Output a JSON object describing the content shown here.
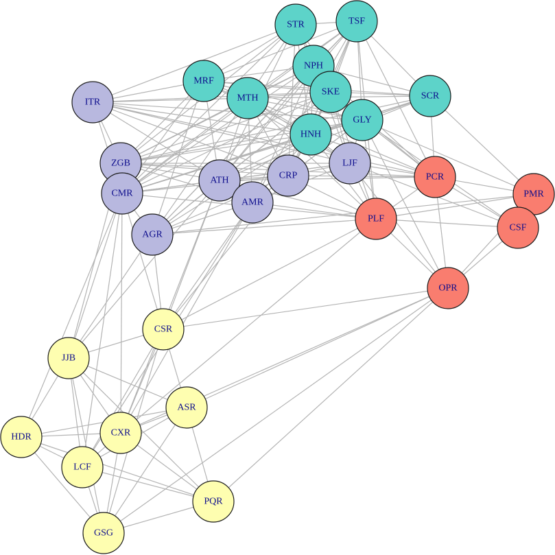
{
  "colors": {
    "teal": "#5dd3c9",
    "lavender": "#b8b8df",
    "salmon": "#f97d6f",
    "yellow": "#fefeb0",
    "edge": "#b3b3b3",
    "label": "#0d0d8c"
  },
  "nodes": [
    {
      "id": "STR",
      "group": "teal"
    },
    {
      "id": "TSF",
      "group": "teal"
    },
    {
      "id": "NPH",
      "group": "teal"
    },
    {
      "id": "MRF",
      "group": "teal"
    },
    {
      "id": "MTH",
      "group": "teal"
    },
    {
      "id": "SKE",
      "group": "teal"
    },
    {
      "id": "SCR",
      "group": "teal"
    },
    {
      "id": "GLY",
      "group": "teal"
    },
    {
      "id": "HNH",
      "group": "teal"
    },
    {
      "id": "ITR",
      "group": "lavender"
    },
    {
      "id": "ZGB",
      "group": "lavender"
    },
    {
      "id": "CMR",
      "group": "lavender"
    },
    {
      "id": "ATH",
      "group": "lavender"
    },
    {
      "id": "CRP",
      "group": "lavender"
    },
    {
      "id": "LJF",
      "group": "lavender"
    },
    {
      "id": "AMR",
      "group": "lavender"
    },
    {
      "id": "AGR",
      "group": "lavender"
    },
    {
      "id": "PCR",
      "group": "salmon"
    },
    {
      "id": "PMR",
      "group": "salmon"
    },
    {
      "id": "PLF",
      "group": "salmon"
    },
    {
      "id": "CSF",
      "group": "salmon"
    },
    {
      "id": "OPR",
      "group": "salmon"
    },
    {
      "id": "CSR",
      "group": "yellow"
    },
    {
      "id": "JJB",
      "group": "yellow"
    },
    {
      "id": "ASR",
      "group": "yellow"
    },
    {
      "id": "HDR",
      "group": "yellow"
    },
    {
      "id": "CXR",
      "group": "yellow"
    },
    {
      "id": "LCF",
      "group": "yellow"
    },
    {
      "id": "PQR",
      "group": "yellow"
    },
    {
      "id": "GSG",
      "group": "yellow"
    }
  ],
  "edges": [
    [
      "STR",
      "TSF"
    ],
    [
      "STR",
      "NPH"
    ],
    [
      "STR",
      "MRF"
    ],
    [
      "STR",
      "MTH"
    ],
    [
      "STR",
      "SKE"
    ],
    [
      "STR",
      "GLY"
    ],
    [
      "STR",
      "HNH"
    ],
    [
      "STR",
      "ZGB"
    ],
    [
      "STR",
      "ATH"
    ],
    [
      "STR",
      "ITR"
    ],
    [
      "STR",
      "CMR"
    ],
    [
      "STR",
      "CRP"
    ],
    [
      "TSF",
      "NPH"
    ],
    [
      "TSF",
      "SKE"
    ],
    [
      "TSF",
      "SCR"
    ],
    [
      "TSF",
      "GLY"
    ],
    [
      "TSF",
      "HNH"
    ],
    [
      "TSF",
      "MTH"
    ],
    [
      "TSF",
      "MRF"
    ],
    [
      "TSF",
      "ATH"
    ],
    [
      "TSF",
      "PLF"
    ],
    [
      "TSF",
      "CRP"
    ],
    [
      "TSF",
      "AGR"
    ],
    [
      "TSF",
      "PCR"
    ],
    [
      "TSF",
      "AMR"
    ],
    [
      "TSF",
      "CMR"
    ],
    [
      "NPH",
      "MRF"
    ],
    [
      "NPH",
      "MTH"
    ],
    [
      "NPH",
      "SKE"
    ],
    [
      "NPH",
      "GLY"
    ],
    [
      "NPH",
      "HNH"
    ],
    [
      "NPH",
      "ZGB"
    ],
    [
      "NPH",
      "ATH"
    ],
    [
      "NPH",
      "CMR"
    ],
    [
      "NPH",
      "CRP"
    ],
    [
      "NPH",
      "AMR"
    ],
    [
      "NPH",
      "LJF"
    ],
    [
      "NPH",
      "PCR"
    ],
    [
      "NPH",
      "AGR"
    ],
    [
      "NPH",
      "SCR"
    ],
    [
      "MRF",
      "MTH"
    ],
    [
      "MRF",
      "SKE"
    ],
    [
      "MRF",
      "ITR"
    ],
    [
      "MRF",
      "ZGB"
    ],
    [
      "MRF",
      "CMR"
    ],
    [
      "MRF",
      "ATH"
    ],
    [
      "MRF",
      "AGR"
    ],
    [
      "MRF",
      "HNH"
    ],
    [
      "MRF",
      "GLY"
    ],
    [
      "MRF",
      "LJF"
    ],
    [
      "MRF",
      "SCR"
    ],
    [
      "MTH",
      "SKE"
    ],
    [
      "MTH",
      "HNH"
    ],
    [
      "MTH",
      "GLY"
    ],
    [
      "MTH",
      "ITR"
    ],
    [
      "MTH",
      "ZGB"
    ],
    [
      "MTH",
      "CMR"
    ],
    [
      "MTH",
      "ATH"
    ],
    [
      "MTH",
      "AMR"
    ],
    [
      "MTH",
      "CRP"
    ],
    [
      "MTH",
      "LJF"
    ],
    [
      "MTH",
      "PLF"
    ],
    [
      "MTH",
      "AGR"
    ],
    [
      "MTH",
      "SCR"
    ],
    [
      "MTH",
      "PCR"
    ],
    [
      "SKE",
      "GLY"
    ],
    [
      "SKE",
      "HNH"
    ],
    [
      "SKE",
      "SCR"
    ],
    [
      "SKE",
      "ZGB"
    ],
    [
      "SKE",
      "CMR"
    ],
    [
      "SKE",
      "ATH"
    ],
    [
      "SKE",
      "CRP"
    ],
    [
      "SKE",
      "LJF"
    ],
    [
      "SKE",
      "PCR"
    ],
    [
      "SKE",
      "PLF"
    ],
    [
      "SKE",
      "AGR"
    ],
    [
      "SKE",
      "ITR"
    ],
    [
      "SCR",
      "GLY"
    ],
    [
      "SCR",
      "HNH"
    ],
    [
      "SCR",
      "PCR"
    ],
    [
      "SCR",
      "PMR"
    ],
    [
      "SCR",
      "ZGB"
    ],
    [
      "SCR",
      "ATH"
    ],
    [
      "SCR",
      "CMR"
    ],
    [
      "GLY",
      "HNH"
    ],
    [
      "GLY",
      "LJF"
    ],
    [
      "GLY",
      "PCR"
    ],
    [
      "GLY",
      "PLF"
    ],
    [
      "GLY",
      "CSF"
    ],
    [
      "GLY",
      "OPR"
    ],
    [
      "GLY",
      "ZGB"
    ],
    [
      "GLY",
      "CMR"
    ],
    [
      "GLY",
      "CRP"
    ],
    [
      "GLY",
      "AMR"
    ],
    [
      "GLY",
      "PMR"
    ],
    [
      "HNH",
      "ZGB"
    ],
    [
      "HNH",
      "CMR"
    ],
    [
      "HNH",
      "ATH"
    ],
    [
      "HNH",
      "CRP"
    ],
    [
      "HNH",
      "LJF"
    ],
    [
      "HNH",
      "AMR"
    ],
    [
      "HNH",
      "PCR"
    ],
    [
      "HNH",
      "PLF"
    ],
    [
      "HNH",
      "AGR"
    ],
    [
      "ITR",
      "ZGB"
    ],
    [
      "ITR",
      "CMR"
    ],
    [
      "ITR",
      "ATH"
    ],
    [
      "ITR",
      "HNH"
    ],
    [
      "ITR",
      "CRP"
    ],
    [
      "ITR",
      "LJF"
    ],
    [
      "ITR",
      "PCR"
    ],
    [
      "ITR",
      "GLY"
    ],
    [
      "ZGB",
      "CMR"
    ],
    [
      "ZGB",
      "ATH"
    ],
    [
      "ZGB",
      "CRP"
    ],
    [
      "ZGB",
      "LJF"
    ],
    [
      "ZGB",
      "PCR"
    ],
    [
      "ZGB",
      "AMR"
    ],
    [
      "ZGB",
      "JJB"
    ],
    [
      "CMR",
      "ATH"
    ],
    [
      "CMR",
      "CRP"
    ],
    [
      "CMR",
      "AGR"
    ],
    [
      "CMR",
      "LJF"
    ],
    [
      "CMR",
      "PLF"
    ],
    [
      "CMR",
      "CSR"
    ],
    [
      "CMR",
      "JJB"
    ],
    [
      "CMR",
      "HDR"
    ],
    [
      "CMR",
      "CXR"
    ],
    [
      "CMR",
      "LCF"
    ],
    [
      "ATH",
      "CRP"
    ],
    [
      "ATH",
      "AMR"
    ],
    [
      "ATH",
      "AGR"
    ],
    [
      "ATH",
      "LJF"
    ],
    [
      "ATH",
      "PCR"
    ],
    [
      "ATH",
      "PLF"
    ],
    [
      "ATH",
      "CSR"
    ],
    [
      "ATH",
      "CXR"
    ],
    [
      "ATH",
      "JJB"
    ],
    [
      "CRP",
      "AMR"
    ],
    [
      "CRP",
      "LJF"
    ],
    [
      "CRP",
      "AGR"
    ],
    [
      "CRP",
      "PLF"
    ],
    [
      "CRP",
      "PCR"
    ],
    [
      "CRP",
      "CSR"
    ],
    [
      "LJF",
      "PCR"
    ],
    [
      "LJF",
      "PLF"
    ],
    [
      "LJF",
      "AMR"
    ],
    [
      "LJF",
      "OPR"
    ],
    [
      "LJF",
      "CSF"
    ],
    [
      "AMR",
      "AGR"
    ],
    [
      "AMR",
      "PLF"
    ],
    [
      "AMR",
      "CSR"
    ],
    [
      "AMR",
      "CXR"
    ],
    [
      "AMR",
      "LCF"
    ],
    [
      "AGR",
      "PLF"
    ],
    [
      "AGR",
      "CSR"
    ],
    [
      "AGR",
      "PMR"
    ],
    [
      "AGR",
      "JJB"
    ],
    [
      "PCR",
      "PMR"
    ],
    [
      "PCR",
      "PLF"
    ],
    [
      "PCR",
      "CSF"
    ],
    [
      "PCR",
      "OPR"
    ],
    [
      "PMR",
      "CSF"
    ],
    [
      "PMR",
      "PLF"
    ],
    [
      "PMR",
      "OPR"
    ],
    [
      "PLF",
      "CSF"
    ],
    [
      "PLF",
      "OPR"
    ],
    [
      "PLF",
      "CSR"
    ],
    [
      "PLF",
      "CXR"
    ],
    [
      "CSF",
      "OPR"
    ],
    [
      "OPR",
      "CSR"
    ],
    [
      "OPR",
      "ASR"
    ],
    [
      "OPR",
      "PQR"
    ],
    [
      "OPR",
      "GSG"
    ],
    [
      "OPR",
      "CXR"
    ],
    [
      "CSR",
      "JJB"
    ],
    [
      "CSR",
      "ASR"
    ],
    [
      "CSR",
      "CXR"
    ],
    [
      "CSR",
      "LCF"
    ],
    [
      "CSR",
      "GSG"
    ],
    [
      "JJB",
      "HDR"
    ],
    [
      "JJB",
      "CXR"
    ],
    [
      "JJB",
      "LCF"
    ],
    [
      "JJB",
      "ASR"
    ],
    [
      "JJB",
      "GSG"
    ],
    [
      "JJB",
      "PQR"
    ],
    [
      "ASR",
      "HDR"
    ],
    [
      "ASR",
      "CXR"
    ],
    [
      "ASR",
      "LCF"
    ],
    [
      "ASR",
      "PQR"
    ],
    [
      "ASR",
      "GSG"
    ],
    [
      "HDR",
      "CXR"
    ],
    [
      "HDR",
      "LCF"
    ],
    [
      "HDR",
      "GSG"
    ],
    [
      "HDR",
      "PQR"
    ],
    [
      "CXR",
      "LCF"
    ],
    [
      "CXR",
      "GSG"
    ],
    [
      "CXR",
      "PQR"
    ],
    [
      "LCF",
      "GSG"
    ],
    [
      "LCF",
      "PQR"
    ],
    [
      "PQR",
      "GSG"
    ]
  ]
}
